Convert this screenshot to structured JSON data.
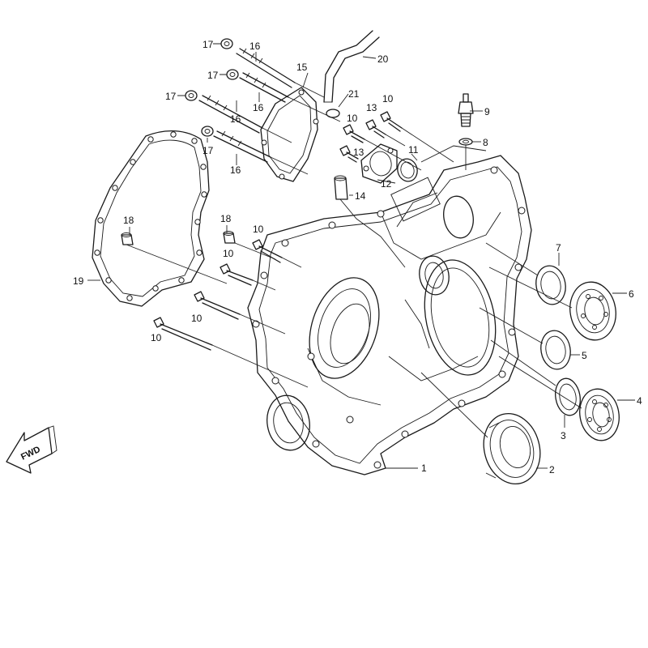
{
  "callouts": {
    "c1": "1",
    "c2": "2",
    "c3": "3",
    "c4": "4",
    "c5": "5",
    "c6": "6",
    "c7": "7",
    "c8": "8",
    "c9": "9",
    "c10a": "10",
    "c10b": "10",
    "c10c": "10",
    "c10d": "10",
    "c10e": "10",
    "c10f": "10",
    "c11": "11",
    "c12": "12",
    "c13a": "13",
    "c13b": "13",
    "c14": "14",
    "c15": "15",
    "c16a": "16",
    "c16b": "16",
    "c16c": "16",
    "c16d": "16",
    "c17a": "17",
    "c17b": "17",
    "c17c": "17",
    "c17d": "17",
    "c18a": "18",
    "c18b": "18",
    "c19": "19",
    "c20": "20",
    "c21": "21"
  },
  "fwd_label": "FWD",
  "icons": {
    "direction": "arrow-left-icon"
  }
}
